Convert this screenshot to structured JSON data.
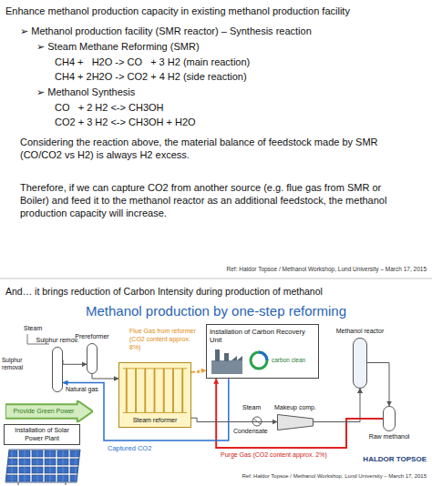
{
  "diagram": {
    "title": "Enhance methanol production capacity in existing methanol production facility",
    "nodes": [
      {
        "text": [
          "Installation of Carbon Recovery Unit",
          "carbon clean"
        ]
      },
      {
        "text": [
          "Sulphur remov."
        ]
      },
      {
        "text": [
          "Prereformer"
        ]
      },
      {
        "text": [
          "Steam reformer"
        ]
      },
      {
        "text": [
          "Methanol reactor"
        ]
      },
      {
        "text": [
          "Makeup comp."
        ]
      },
      {
        "text": [
          "Raw methanol"
        ]
      },
      {
        "text": [
          "Installation of Solar Power Plant"
        ]
      },
      {
        "text": [
          "Provide Green Power"
        ]
      }
    ],
    "edges": [
      {
        "from": 3,
        "to": 0,
        "arrow": "to"
      },
      {
        "from": 6,
        "to": 0,
        "arrow": "to"
      },
      {
        "from": 0,
        "to": 1,
        "arrow": "to"
      },
      {
        "from": 1,
        "to": 2,
        "arrow": "to"
      },
      {
        "from": 2,
        "to": 3,
        "arrow": "to"
      },
      {
        "from": 3,
        "to": 5,
        "arrow": "to"
      },
      {
        "from": 5,
        "to": 4,
        "arrow": "to"
      },
      {
        "from": 4,
        "to": 6,
        "arrow": "to"
      }
    ],
    "labels": [
      "➢ Methanol production facility (SMR reactor) – Synthesis reaction",
      "➢ Steam Methane Reforming (SMR)",
      "CH4 +   H2O -> CO   + 3 H2 (main reaction)",
      "CH4 + 2H2O -> CO2 + 4 H2 (side reaction)",
      "➢ Methanol Synthesis",
      "CO   + 2 H2 <-> CH3OH",
      "CO2 + 3 H2 <-> CH3OH + H2O",
      "Considering the reaction above, the material balance of feedstock made by SMR (CO/CO2 vs H2) is always H2 excess.",
      "Therefore, if we can capture CO2 from another source (e.g. flue gas from SMR or Boiler) and feed it to the methanol reactor as an additional feedstock, the methanol production capacity will increase.",
      "Ref: Haldor Topsoe / Methanol Workshop, Lund University – March 17, 2015",
      "And… it brings reduction of Carbon Intensity during production of methanol",
      "Methanol production by one-step reforming",
      "Steam",
      "Sulphur removal",
      "Natural gas",
      "Flue Gas from reformer (CO2 content approx. 8%)",
      "Steam",
      "Condensate",
      "Captured CO2",
      "Purge Gas (CO2 content approx. 2%)",
      "HALDOR TOPSOE",
      "Ref: Haldor Topsoe / Methanol Workshop, Lund University – March 17, 2015"
    ]
  }
}
